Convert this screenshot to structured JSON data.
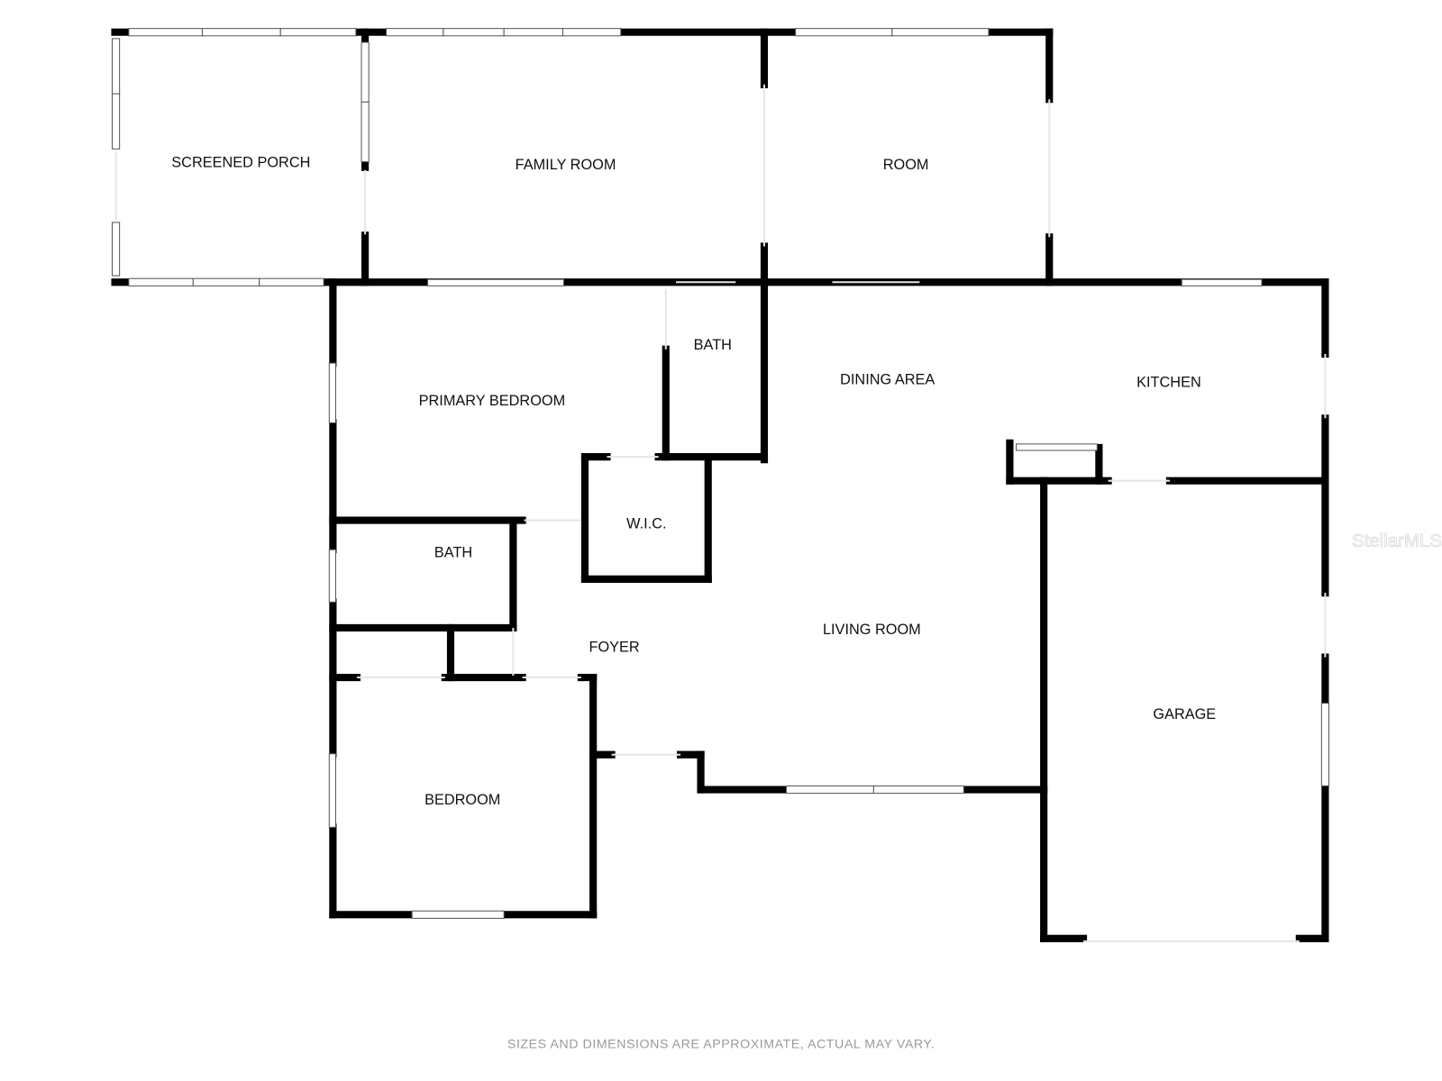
{
  "rooms": {
    "screened_porch": "SCREENED PORCH",
    "family_room": "FAMILY ROOM",
    "room": "ROOM",
    "primary_bedroom": "PRIMARY BEDROOM",
    "bath_primary": "BATH",
    "dining_area": "DINING AREA",
    "kitchen": "KITCHEN",
    "wic": "W.I.C.",
    "bath_hall": "BATH",
    "foyer": "FOYER",
    "living_room": "LIVING ROOM",
    "garage": "GARAGE",
    "bedroom": "BEDROOM"
  },
  "footer_note": "SIZES AND DIMENSIONS ARE APPROXIMATE, ACTUAL MAY VARY.",
  "watermark": "StellarMLS"
}
